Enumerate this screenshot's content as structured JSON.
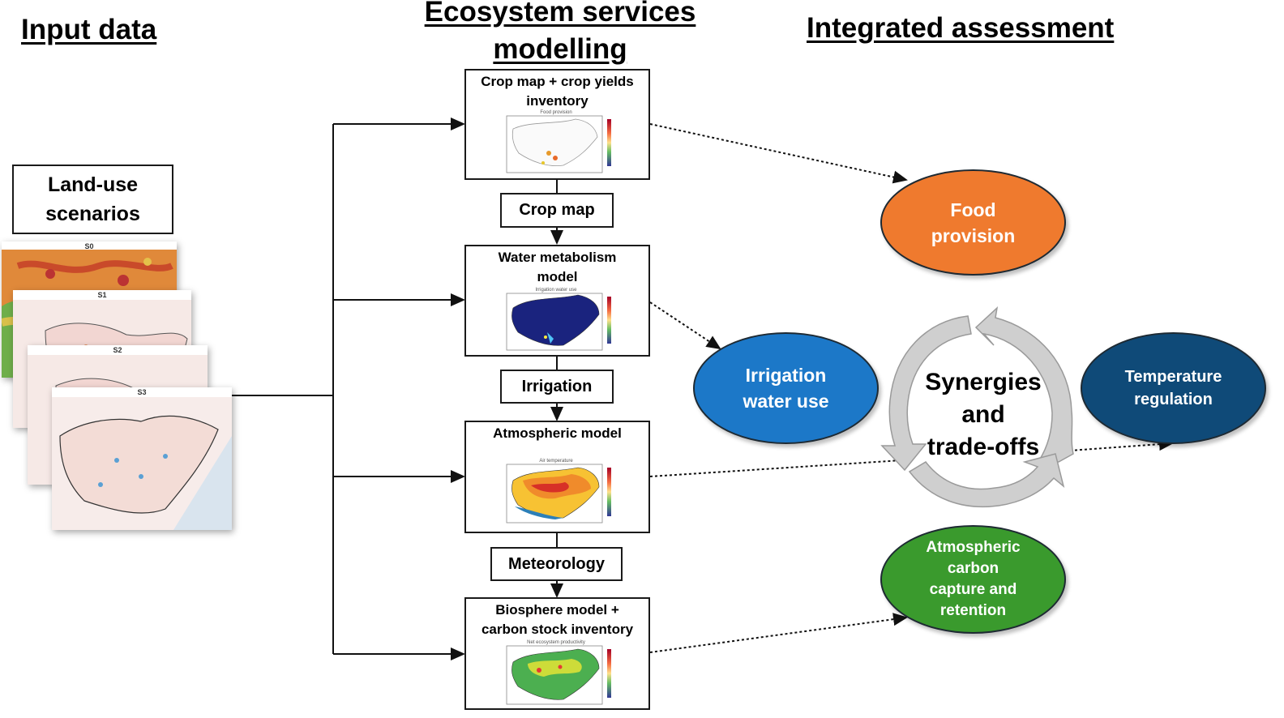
{
  "columns": {
    "input": "Input data",
    "modelling_line1": "Ecosystem services",
    "modelling_line2": "modelling",
    "assessment": "Integrated assessment"
  },
  "landuse": {
    "title_line1": "Land-use",
    "title_line2": "scenarios",
    "scenarios": [
      "S0",
      "S1",
      "S2",
      "S3"
    ]
  },
  "models": [
    {
      "title_line1": "Crop map + crop yields",
      "title_line2": "inventory",
      "map_caption": "Food provision"
    },
    {
      "title_line1": "Water metabolism",
      "title_line2": "model",
      "map_caption": "Irrigation water use"
    },
    {
      "title_line1": "Atmospheric model",
      "title_line2": "",
      "map_caption": "Air temperature"
    },
    {
      "title_line1": "Biosphere model +",
      "title_line2": "carbon stock inventory",
      "map_caption": "Net ecosystem productivity"
    }
  ],
  "links": [
    "Crop map",
    "Irrigation",
    "Meteorology"
  ],
  "services": {
    "food_line1": "Food",
    "food_line2": "provision",
    "irrigation_line1": "Irrigation",
    "irrigation_line2": "water use",
    "temperature_line1": "Temperature",
    "temperature_line2": "regulation",
    "carbon_line1": "Atmospheric",
    "carbon_line2": "carbon",
    "carbon_line3": "capture and",
    "carbon_line4": "retention"
  },
  "cycle": {
    "line1": "Synergies",
    "line2": "and",
    "line3": "trade-offs"
  },
  "colors": {
    "food": "#ef7a2e",
    "irrigation": "#1c78c8",
    "temperature": "#0f4a78",
    "carbon": "#3a9a2d",
    "cycle_arrow": "#c8c8c8"
  }
}
